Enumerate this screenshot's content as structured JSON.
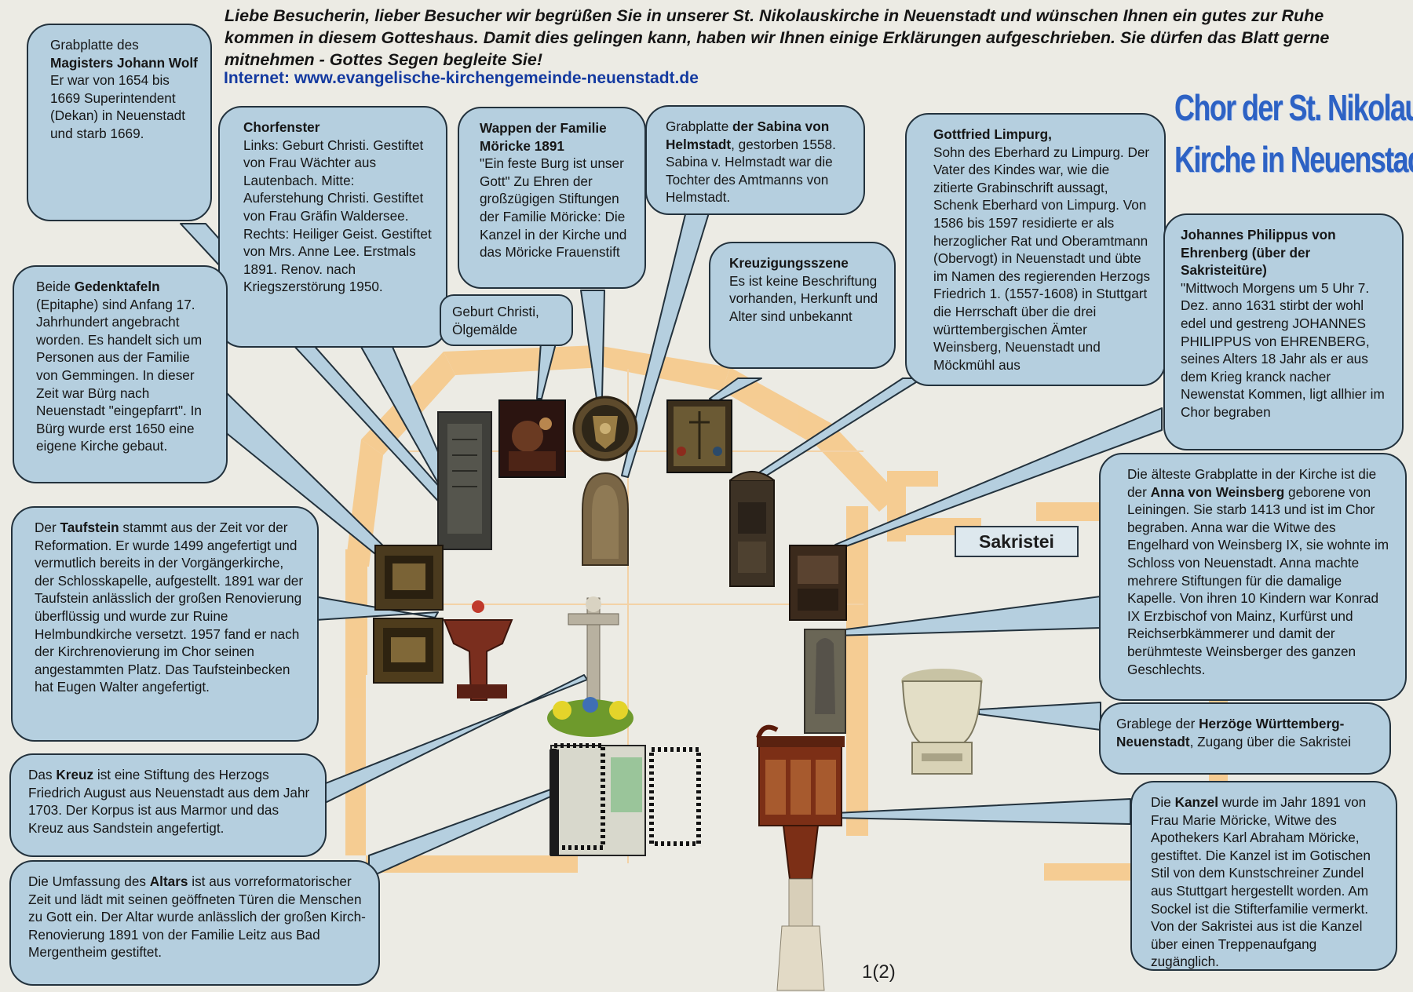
{
  "intro": {
    "text": "Liebe Besucherin, lieber Besucher wir begrüßen Sie in unserer St. Nikolauskirche in Neuenstadt und wünschen Ihnen ein gutes zur Ruhe kommen in diesem Gotteshaus. Damit dies gelingen kann, haben wir Ihnen einige Erklärungen aufgeschrieben. Sie dürfen das Blatt gerne mitnehmen - Gottes Segen begleite Sie!",
    "url_label": "Internet:",
    "url": "www.evangelische-kirchengemeinde-neuenstadt.de"
  },
  "title": {
    "line1": "Chor der St. Nikolaus",
    "line2": "Kirche in Neuenstadt"
  },
  "bubbles": {
    "wolf": {
      "t1": "Grabplatte des ",
      "b1": "Magisters Johann Wolf",
      "t2": "Er war von 1654 bis 1669 Superintendent (Dekan) in Neuenstadt und starb 1669."
    },
    "chorfenster": {
      "b1": "Chorfenster",
      "t1": "Links: Geburt Christi. Gestiftet von Frau Wächter aus Lautenbach. Mitte: Auferstehung Christi. Gestiftet von Frau Gräfin Waldersee. Rechts: Heiliger Geist. Gestiftet von Mrs. Anne Lee. Erstmals 1891. Renov. nach Kriegszerstörung 1950."
    },
    "wappen": {
      "b1": "Wappen der Familie Möricke 1891",
      "t1": "\"Ein feste Burg ist unser Gott\" Zu Ehren der großzügigen Stiftungen der Familie Möricke: Die Kanzel in der Kirche und das Möricke Frauenstift"
    },
    "sabina": {
      "t1": "Grabplatte ",
      "b1": "der Sabina von Helmstadt",
      "t2": ", gestorben 1558. Sabina v. Helmstadt war die Tochter des Amtmanns von Helmstadt."
    },
    "geburt": {
      "t1": "Geburt Christi, Ölgemälde"
    },
    "kreuzigung": {
      "b1": "Kreuzigungsszene",
      "t1": "Es ist keine Beschriftung vorhanden, Herkunft und Alter sind unbekannt"
    },
    "limpurg": {
      "b1": "Gottfried Limpurg,",
      "t1": "Sohn des Eberhard zu Limpurg. Der Vater des Kindes war, wie die zitierte Grabinschrift aussagt, Schenk Eberhard von Limpurg. Von 1586 bis 1597 residierte er als herzoglicher Rat und Oberamtmann (Obervogt) in Neuenstadt und übte im Namen des regierenden Herzogs Friedrich 1. (1557-1608) in Stuttgart die Herrschaft über die drei württembergischen Ämter Weinsberg, Neuenstadt und Möckmühl aus"
    },
    "ehrenberg": {
      "b1": "Johannes Philippus von Ehrenberg (über der Sakristeitüre)",
      "t1": "\"Mittwoch Morgens um 5 Uhr 7. Dez. anno 1631 stirbt der wohl edel und gestreng JOHANNES PHILIPPUS von EHRENBERG, seines Alters 18 Jahr als er aus dem Krieg kranck nacher Newenstat Kommen, ligt allhier im Chor begraben"
    },
    "gedenktafeln": {
      "t1": "Beide ",
      "b1": "Gedenktafeln",
      "t2": " (Epitaphe) sind Anfang 17. Jahrhundert angebracht worden. Es handelt sich um Personen aus der Familie von Gemmingen. In dieser Zeit war Bürg nach Neuenstadt \"eingepfarrt\". In Bürg wurde erst 1650 eine eigene Kirche gebaut."
    },
    "taufstein": {
      "t1": "Der ",
      "b1": "Taufstein",
      "t2": " stammt aus der Zeit vor der Reformation. Er wurde 1499 angefertigt und vermutlich bereits in der Vorgängerkirche, der Schlosskapelle, aufgestellt. 1891 war der Taufstein anlässlich der großen Renovierung überflüssig und wurde zur Ruine Helmbundkirche versetzt. 1957 fand  er nach der Kirchrenovierung im Chor seinen angestammten Platz. Das Taufsteinbecken hat Eugen Walter angefertigt."
    },
    "kreuz": {
      "t1": "Das ",
      "b1": "Kreuz",
      "t2": " ist eine Stiftung des Herzogs Friedrich August aus Neuenstadt aus dem Jahr 1703. Der Korpus ist aus Marmor und das Kreuz aus Sandstein  angefertigt."
    },
    "altar": {
      "t1": "Die Umfassung des  ",
      "b1": "Altars",
      "t2": " ist aus vorreformatorischer Zeit und lädt mit seinen geöffneten Türen die Menschen zu Gott ein. Der Altar wurde anlässlich der großen Kirch-Renovierung 1891 von der Familie Leitz aus Bad Mergentheim gestiftet."
    },
    "weinsberg": {
      "t1": "Die älteste Grabplatte in der Kirche ist die der  ",
      "b1": "Anna von Weinsberg",
      "t2": " geborene von Leiningen. Sie starb 1413 und ist im Chor begraben. Anna war die Witwe des Engelhard von Weinsberg IX, sie wohnte im Schloss von Neuenstadt. Anna machte mehrere Stiftungen für die damalige Kapelle. Von ihren 10 Kindern war Konrad IX Erzbischof von Mainz, Kurfürst und Reichserbkämmerer und damit der berühmteste Weinsberger des ganzen Geschlechts."
    },
    "grablege": {
      "t1": "Grablege der ",
      "b1": "Herzöge Württemberg-Neuenstadt",
      "t2": ", Zugang über die Sakristei"
    },
    "kanzel": {
      "t1": "Die ",
      "b1": "Kanzel",
      "t2": " wurde im Jahr 1891 von Frau Marie Möricke, Witwe des Apothekers Karl Abraham Möricke, gestiftet. Die Kanzel ist im Gotischen Stil von dem Kunstschreiner Zundel aus Stuttgart hergestellt worden. Am Sockel ist die Stifterfamilie vermerkt. Von der Sakristei aus ist die Kanzel über einen Treppenaufgang zugänglich."
    }
  },
  "labels": {
    "sakristei": "Sakristei",
    "page": "1(2)"
  },
  "colors": {
    "bubble": "#b5cfdf",
    "walls": "#f6c98a",
    "title": "#2d62c4",
    "url": "#143aa0"
  }
}
